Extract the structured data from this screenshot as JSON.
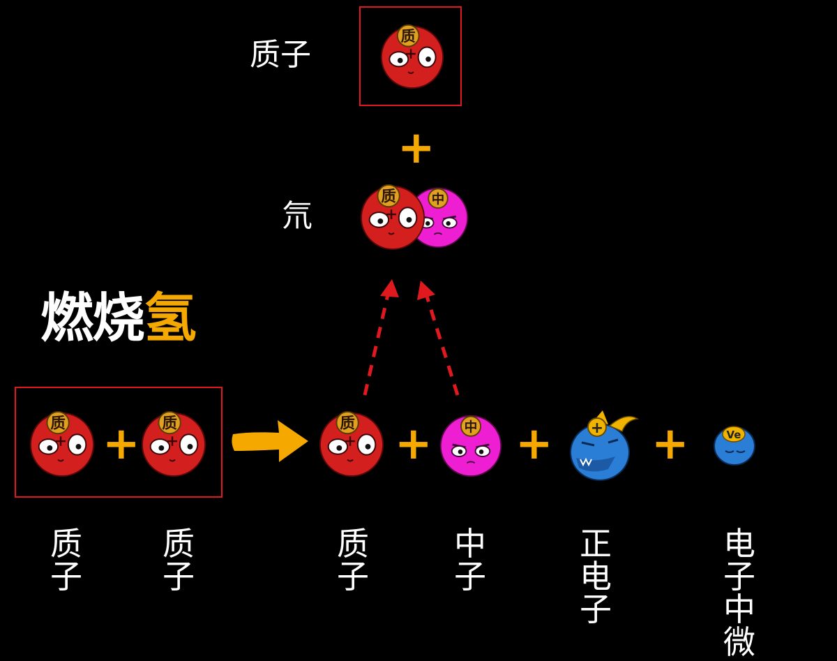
{
  "title": {
    "part1": "燃烧",
    "part2": "氢",
    "accent_color": "#f5a800"
  },
  "top_label": "质子",
  "deuterium_label": "氘",
  "plus_sign": "+",
  "particles": {
    "proton_badge": "质",
    "neutron_badge": "中",
    "positron_badge": "+",
    "neutrino_badge": "Ve"
  },
  "bottom_labels": [
    "质\n子",
    "质\n子",
    "质\n子",
    "中\n子",
    "正\n电\n子",
    "电\n子\n中\n微"
  ],
  "colors": {
    "proton": "#d41f1f",
    "neutron": "#ee1fd3",
    "positron": "#2a7ed6",
    "neutrino": "#2a7ed6",
    "arrow": "#f5a800",
    "box": "#e0191f",
    "dashed": "#e0191f"
  }
}
